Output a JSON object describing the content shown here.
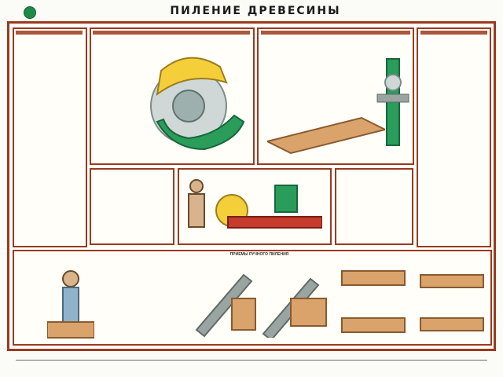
{
  "poster": {
    "title": "ПИЛЕНИЕ    ДРЕВЕСИНЫ",
    "logo_icon": "green-circle-logo"
  },
  "panels": {
    "top_left_header": "",
    "top_mid_header": "",
    "top_mid2_header": "",
    "top_right_header": "",
    "bottom_header": "ПРИЕМЫ РУЧНОГО ПИЛЕНИЯ"
  },
  "colors": {
    "frame": "#9b3a1c",
    "accent_yellow": "#f4cf3a",
    "accent_green": "#2a9d5a",
    "accent_red": "#c63b2b",
    "wood": "#d9a36b"
  }
}
